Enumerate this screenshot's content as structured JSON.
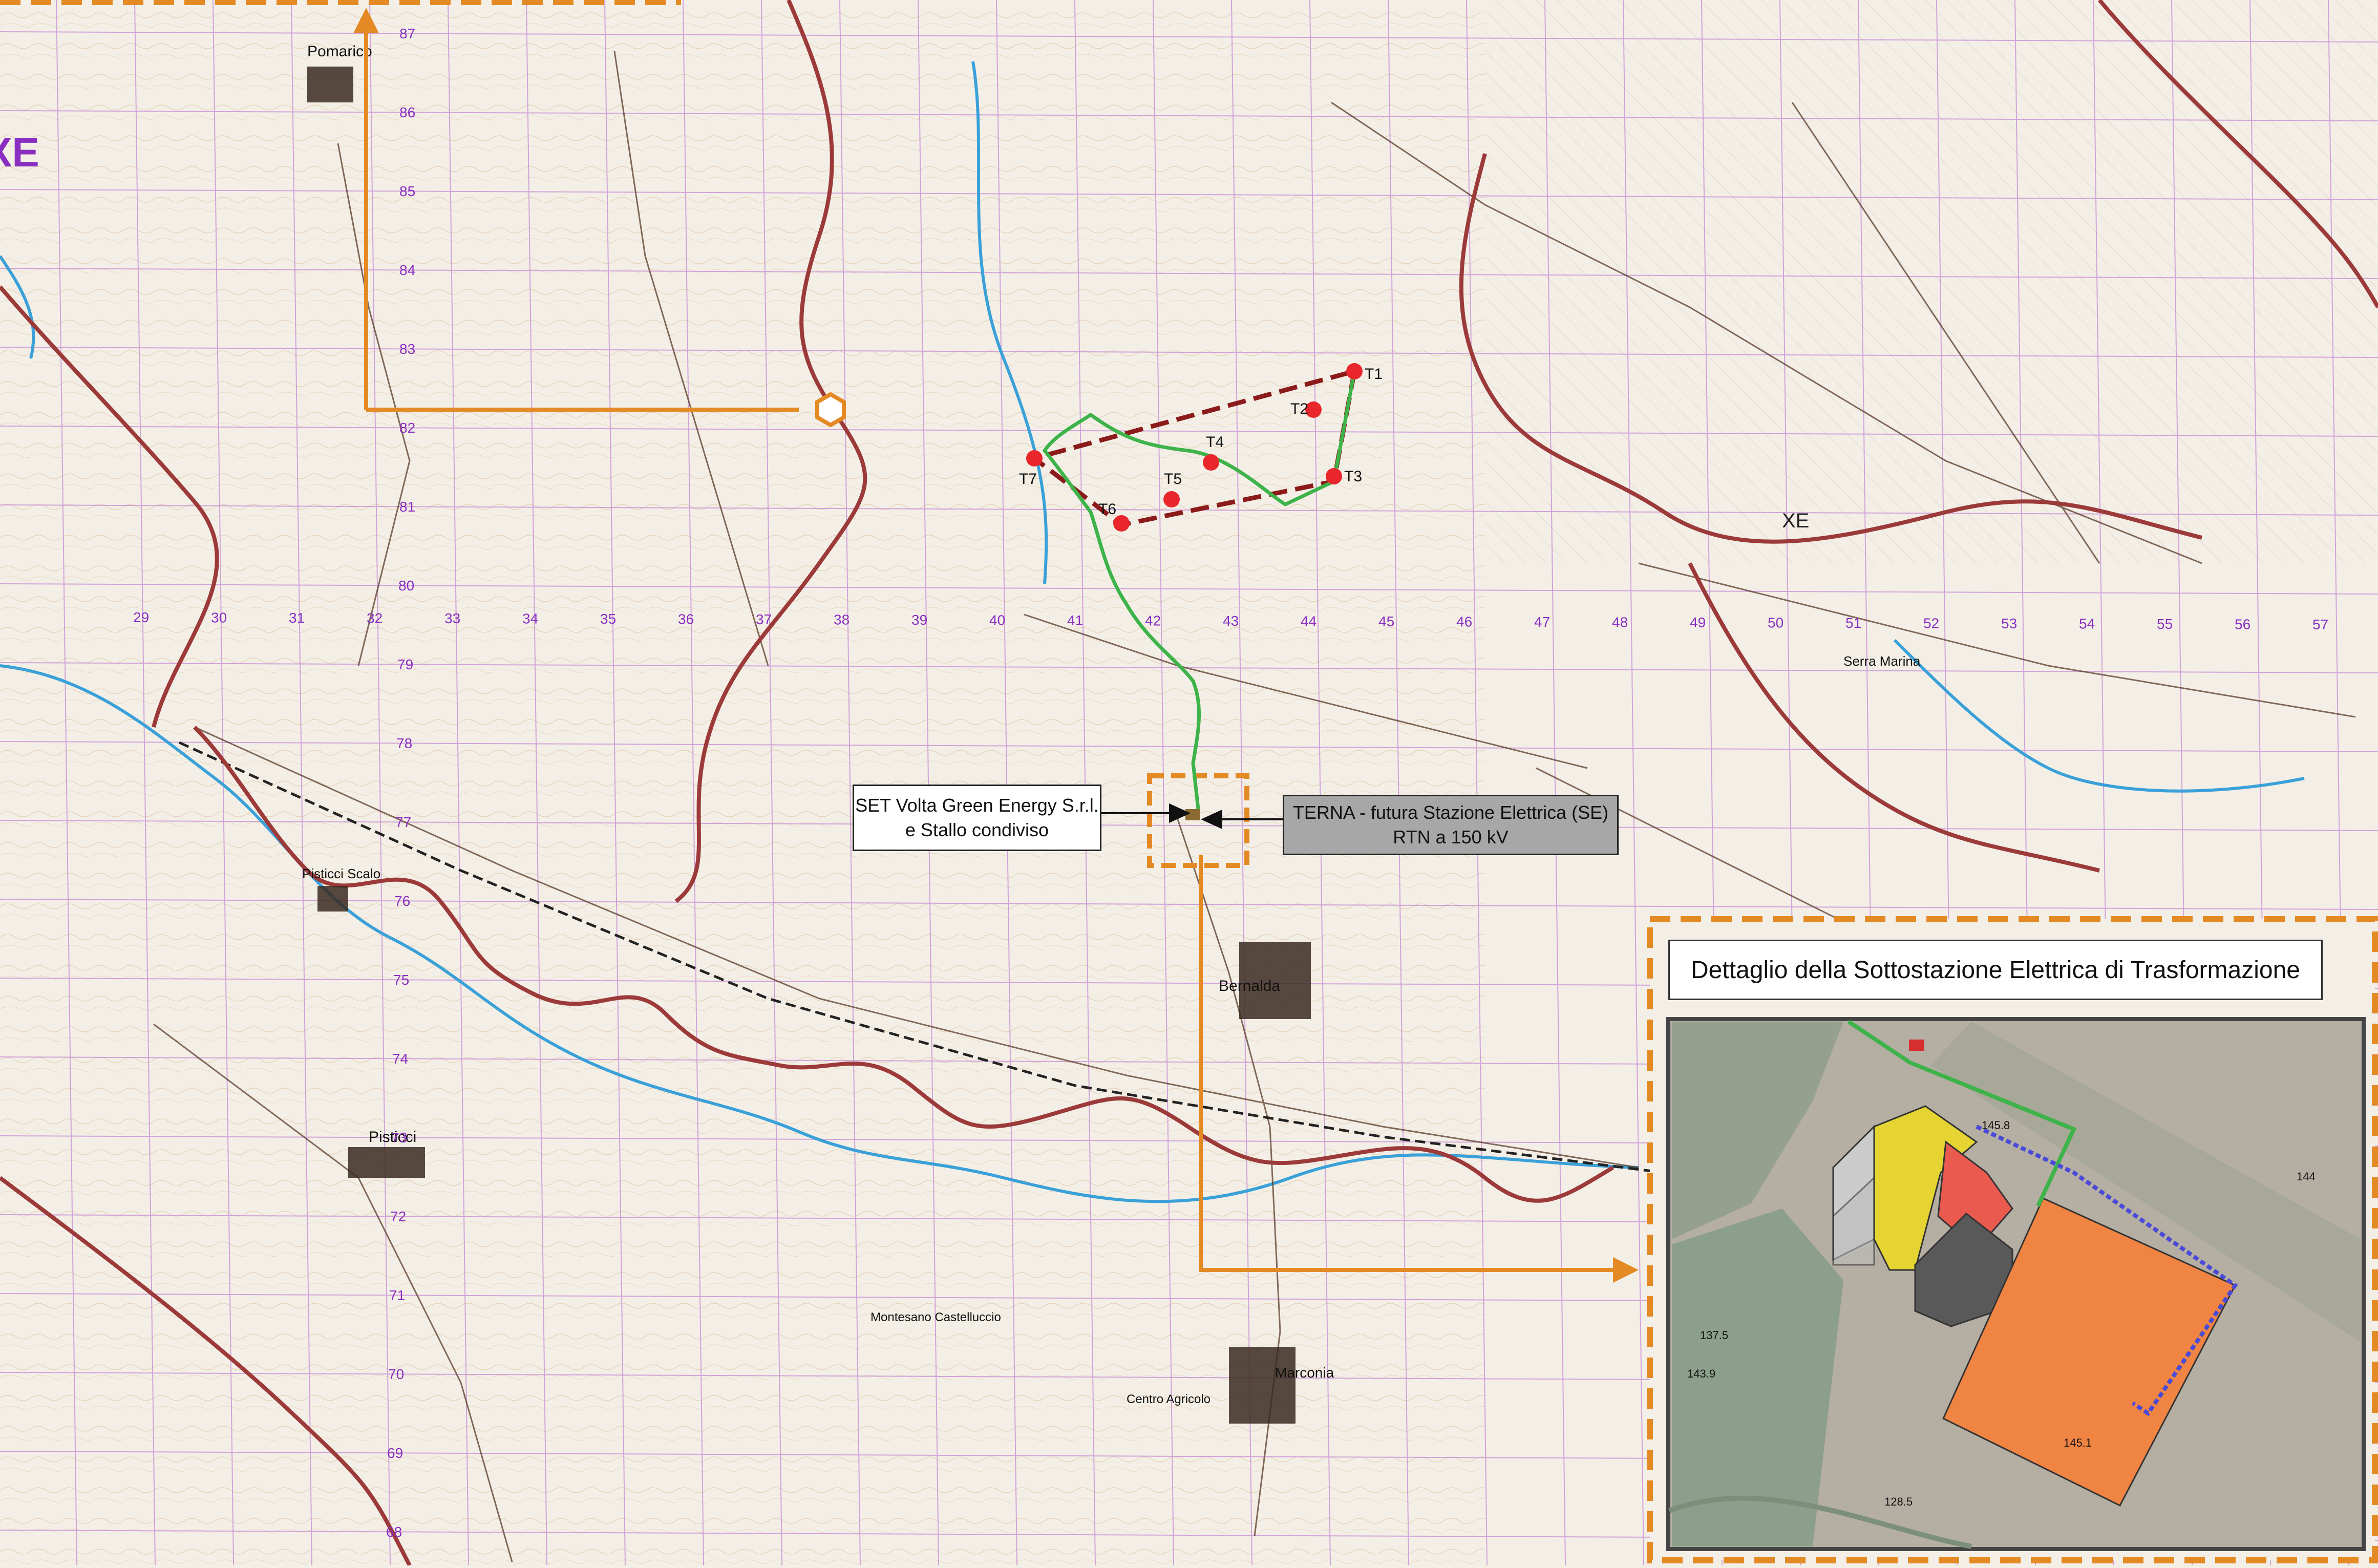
{
  "map": {
    "turbines": [
      {
        "id": "T1",
        "label": "T1"
      },
      {
        "id": "T2",
        "label": "T2"
      },
      {
        "id": "T3",
        "label": "T3"
      },
      {
        "id": "T4",
        "label": "T4"
      },
      {
        "id": "T5",
        "label": "T5"
      },
      {
        "id": "T6",
        "label": "T6"
      },
      {
        "id": "T7",
        "label": "T7"
      }
    ],
    "places": {
      "pomarico": "Pomarico",
      "pisticci_scalo": "Pisticci Scalo",
      "pisticci": "Pisticci",
      "bernalda": "Bernalda",
      "marconia": "Marconia",
      "centro_agricolo": "Centro Agricolo",
      "serra_marina": "Serra Marina",
      "montesano_casteluccio": "Montesano Castelluccio"
    },
    "region_label_left": "XE",
    "region_label_right": "XE",
    "grid_top_numbers": [
      "87",
      "86",
      "85",
      "84",
      "83",
      "82",
      "81",
      "80",
      "79",
      "78",
      "77",
      "76",
      "75",
      "74",
      "73",
      "72",
      "71",
      "70",
      "69",
      "68"
    ],
    "grid_bottom_numbers": [
      "29",
      "30",
      "31",
      "32",
      "33",
      "34",
      "35",
      "36",
      "37",
      "38",
      "39",
      "40",
      "41",
      "42",
      "43",
      "44",
      "45",
      "46",
      "47",
      "48",
      "49",
      "50",
      "51",
      "52",
      "53",
      "54",
      "55",
      "56",
      "57"
    ],
    "callouts": {
      "set_label": "SET Volta Green Energy S.r.l.\ne Stallo condiviso",
      "terna_label": "TERNA - futura Stazione Elettrica (SE)\nRTN a 150 kV"
    },
    "inset": {
      "title": "Dettaglio della Sottostazione Elettrica di Trasformazione",
      "elevations": {
        "e1": "145.8",
        "e2": "144",
        "e3": "137.5",
        "e4": "143.9",
        "e5": "145.1",
        "e6": "128.5"
      }
    },
    "colors": {
      "boundary": "#9c3a3a",
      "turbine": "#e8262c",
      "park_outline": "#8b1a1a",
      "cable": "#3db34a",
      "orange": "#e48a25",
      "grid": "#c98fd8",
      "water": "#3aa0d8",
      "road": "#5a3b2a"
    }
  }
}
